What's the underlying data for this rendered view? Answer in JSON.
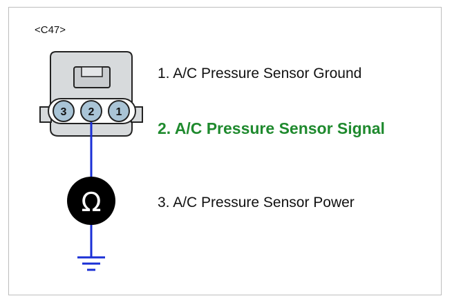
{
  "connector": {
    "id": "<C47>"
  },
  "terminals": [
    {
      "pin": "3"
    },
    {
      "pin": "2"
    },
    {
      "pin": "1"
    }
  ],
  "meter": {
    "symbol": "Ω"
  },
  "pins": {
    "pin1": "1. A/C Pressure Sensor Ground",
    "pin2": "2. A/C Pressure Sensor Signal",
    "pin3": "3. A/C Pressure Sensor Power"
  },
  "colors": {
    "highlight": "#1f8a2e",
    "wire": "#1a2fd6",
    "connector_body": "#d7dadc",
    "terminal": "#a9c4d6"
  }
}
